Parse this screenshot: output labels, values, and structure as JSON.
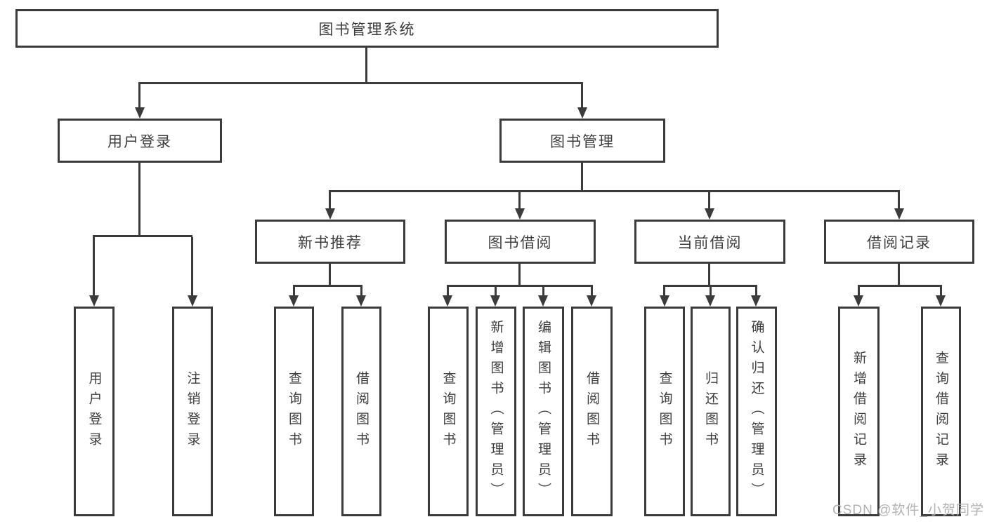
{
  "diagram": {
    "root": {
      "label": "图书管理系统"
    },
    "branches": [
      {
        "label": "用户登录",
        "children": [
          {
            "label": "用户登录"
          },
          {
            "label": "注销登录"
          }
        ]
      },
      {
        "label": "图书管理",
        "groups": [
          {
            "label": "新书推荐",
            "children": [
              {
                "label": "查询图书"
              },
              {
                "label": "借阅图书"
              }
            ]
          },
          {
            "label": "图书借阅",
            "children": [
              {
                "label": "查询图书"
              },
              {
                "label": "新增图书（管理员）"
              },
              {
                "label": "编辑图书（管理员）"
              },
              {
                "label": "借阅图书"
              }
            ]
          },
          {
            "label": "当前借阅",
            "children": [
              {
                "label": "查询图书"
              },
              {
                "label": "归还图书"
              },
              {
                "label": "确认归还（管理员）"
              }
            ]
          },
          {
            "label": "借阅记录",
            "children": [
              {
                "label": "新增借阅记录"
              },
              {
                "label": "查询借阅记录"
              }
            ]
          }
        ]
      }
    ]
  },
  "watermark": "CSDN @软件_小贺同学",
  "colors": {
    "line": "#3b3b3b",
    "text": "#3d3d3d",
    "watermark": "#b2b2b2",
    "background": "#ffffff"
  }
}
